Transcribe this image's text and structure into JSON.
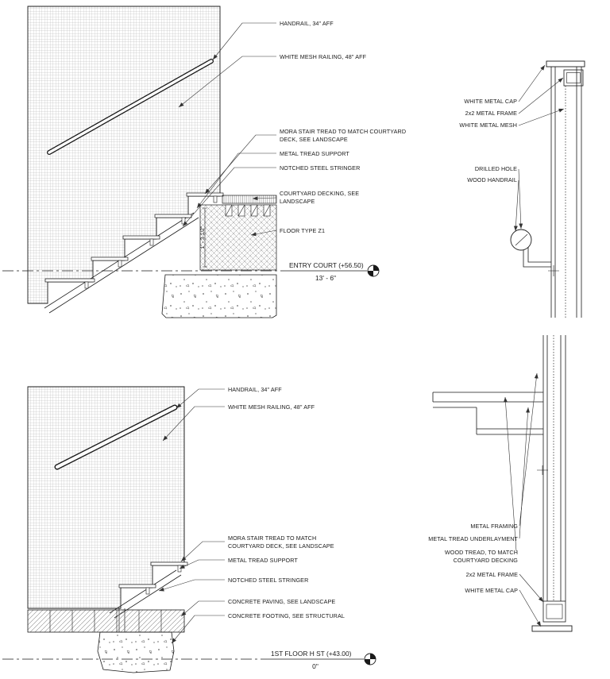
{
  "page": {
    "background": "#ffffff",
    "ink": "#1a1a1a",
    "hatch_gray": "#a6a6a6"
  },
  "entry_court_detail": {
    "labels": {
      "handrail": "HANDRAIL, 34\" AFF",
      "mesh_railing": "WHITE MESH RAILING, 48\" AFF",
      "mora_tread_line1": "MORA STAIR TREAD TO MATCH COURTYARD",
      "mora_tread_line2": "DECK, SEE LANDSCAPE",
      "tread_support": "METAL TREAD SUPPORT",
      "stringer": "NOTCHED STEEL STRINGER",
      "decking_line1": "COURTYARD DECKING, SEE",
      "decking_line2": "LANDSCAPE",
      "floor_type": "FLOOR TYPE Z1",
      "slab_dimension": "1' - 3 1/2\""
    },
    "level": {
      "name": "ENTRY COURT (+56.50)",
      "elevation": "13' - 6\""
    }
  },
  "railing_section_upper": {
    "labels": {
      "cap": "WHITE METAL CAP",
      "frame": "2x2 METAL FRAME",
      "mesh": "WHITE METAL MESH",
      "drilled_hole": "DRILLED HOLE",
      "wood_handrail": "WOOD HANDRAIL"
    }
  },
  "first_floor_detail": {
    "labels": {
      "handrail": "HANDRAIL, 34\" AFF",
      "mesh_railing": "WHITE MESH RAILING, 48\" AFF",
      "mora_tread_line1": "MORA STAIR TREAD TO MATCH",
      "mora_tread_line2": "COURTYARD DECK, SEE LANDSCAPE",
      "tread_support": "METAL TREAD SUPPORT",
      "stringer": "NOTCHED STEEL STRINGER",
      "paving": "CONCRETE PAVING, SEE LANDSCAPE",
      "footing": "CONCRETE FOOTING, SEE STRUCTURAL"
    },
    "level": {
      "name": "1ST FLOOR H ST (+43.00)",
      "elevation": "0\""
    }
  },
  "railing_section_lower": {
    "labels": {
      "framing": "METAL FRAMING",
      "underlayment": "METAL TREAD UNDERLAYMENT",
      "wood_tread_line1": "WOOD TREAD, TO MATCH",
      "wood_tread_line2": "COURTYARD DECKING",
      "frame": "2x2 METAL FRAME",
      "cap": "WHITE METAL CAP"
    }
  }
}
